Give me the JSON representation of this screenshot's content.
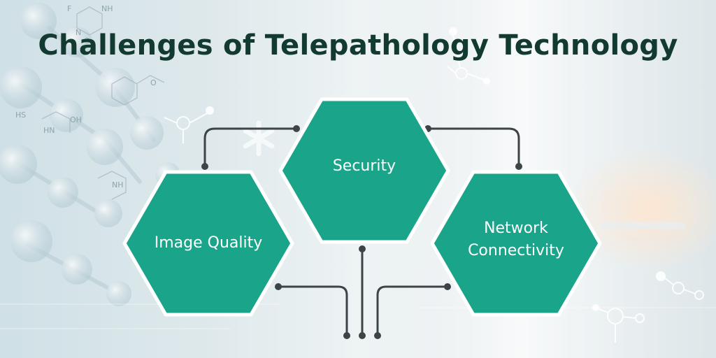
{
  "title": "Challenges of Telepathology Technology",
  "colors": {
    "hex_fill": "#1aa48a",
    "hex_stroke": "#ffffff",
    "connector": "#3d4448",
    "title_text": "#123a30"
  },
  "nodes": [
    {
      "id": "image-quality",
      "label": "Image Quality"
    },
    {
      "id": "security",
      "label": "Security"
    },
    {
      "id": "network-connectivity",
      "label": "Network Connectivity"
    }
  ],
  "background_labels": {
    "hs": "HS",
    "hn": "HN",
    "oh": "OH",
    "nh": "NH",
    "f": "F",
    "o": "O",
    "n": "N"
  }
}
